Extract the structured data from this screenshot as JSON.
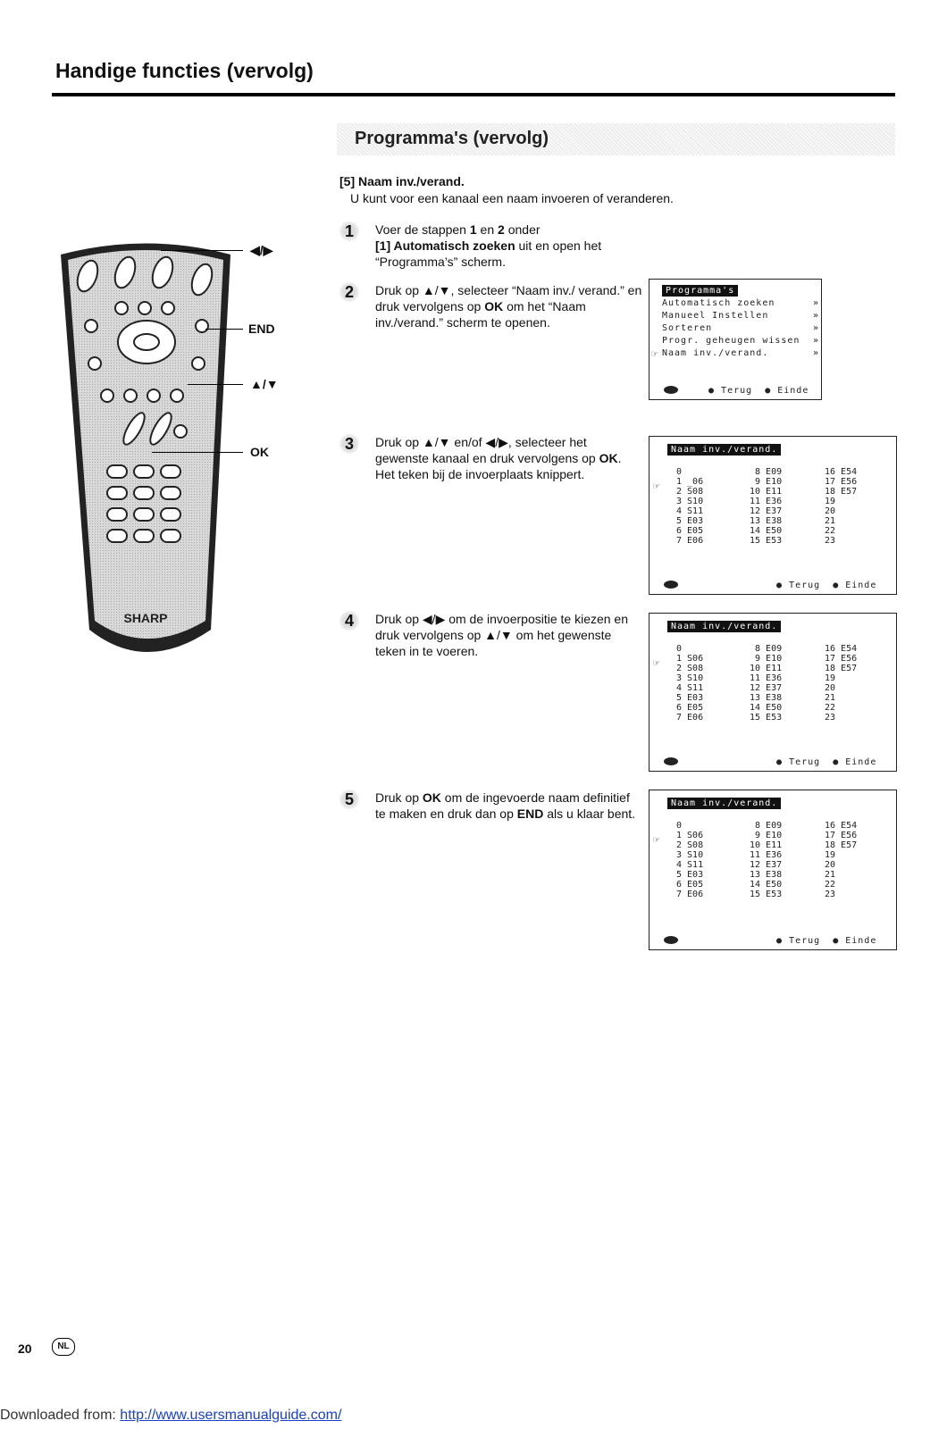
{
  "header": {
    "title": "Handige functies (vervolg)"
  },
  "section": {
    "title": "Programma's (vervolg)"
  },
  "sub_heading": "[5] Naam inv./verand.",
  "intro": "U kunt voor een kanaal een naam invoeren of veranderen.",
  "remote": {
    "brand": "SHARP",
    "labels": {
      "arrow_lr": "◀/▶",
      "end": "END",
      "arrow_ud": "▲/▼",
      "ok": "OK"
    }
  },
  "steps": [
    {
      "num": "1",
      "parts": [
        "Voer de stappen ",
        "1",
        " en ",
        "2",
        " onder ",
        "[1] Automatisch zoeken",
        " uit en open het “Programma’s” scherm."
      ]
    },
    {
      "num": "2",
      "parts": [
        "Druk op ▲/▼, selecteer “Naam inv./ verand.” en druk vervolgens op ",
        "OK",
        " om het “Naam inv./verand.” scherm te openen."
      ]
    },
    {
      "num": "3",
      "parts": [
        "Druk op ▲/▼ en/of ◀/▶, selecteer het gewenste kanaal en druk vervolgens op ",
        "OK",
        ". Het teken bij de invoerplaats knippert."
      ]
    },
    {
      "num": "4",
      "parts": [
        "Druk op ◀/▶ om de invoerpositie te kiezen en druk vervolgens op ▲/▼ om het gewenste teken in te voeren."
      ]
    },
    {
      "num": "5",
      "parts": [
        "Druk op ",
        "OK",
        " om de ingevoerde naam definitief te maken en druk dan op ",
        "END",
        " als u klaar bent."
      ]
    }
  ],
  "menu_screen": {
    "title": "Programma's",
    "items": [
      {
        "label": "Automatisch zoeken",
        "arrow": "»"
      },
      {
        "label": "Manueel Instellen",
        "arrow": "»"
      },
      {
        "label": "Sorteren",
        "arrow": "»"
      },
      {
        "label": "Progr. geheugen wissen",
        "arrow": "»"
      },
      {
        "label": "Naam inv./verand.",
        "arrow": "»"
      }
    ],
    "foot_back": "Terug",
    "foot_end": "Einde"
  },
  "name_screen": {
    "title": "Naam inv./verand.",
    "col1": [
      "0",
      "1 _06",
      "2 S08",
      "3 S10",
      "4 S11",
      "5 E03",
      "6 E05",
      "7 E06"
    ],
    "col1_final": [
      "0",
      "1 S06",
      "2 S08",
      "3 S10",
      "4 S11",
      "5 E03",
      "6 E05",
      "7 E06"
    ],
    "col2": [
      " 8 E09",
      " 9 E10",
      "10 E11",
      "11 E36",
      "12 E37",
      "13 E38",
      "14 E50",
      "15 E53"
    ],
    "col3": [
      "16 E54",
      "17 E56",
      "18 E57",
      "19",
      "20",
      "21",
      "22",
      "23"
    ],
    "foot_back": "Terug",
    "foot_end": "Einde"
  },
  "footer": {
    "page": "20",
    "lang": "NL",
    "download_prefix": "Downloaded from: ",
    "download_link": "http://www.usersmanualguide.com/"
  }
}
